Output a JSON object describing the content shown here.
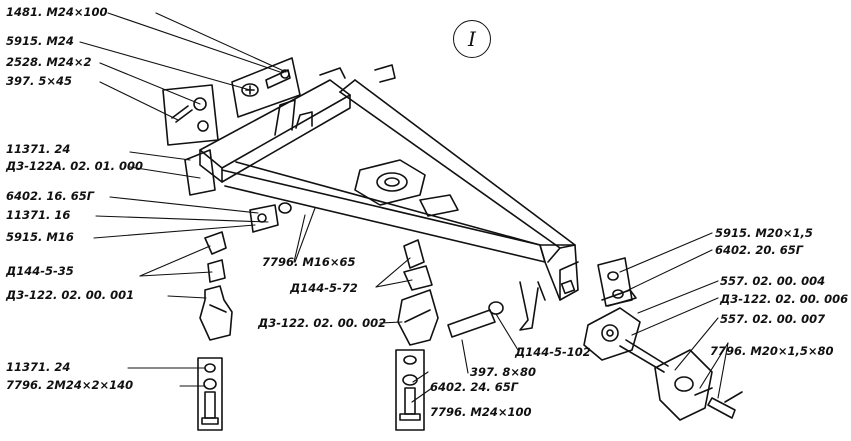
{
  "figure_mark": "I",
  "labels": {
    "bolt_1481": "1481. M24×100",
    "nut_5915_m24": "5915. M24",
    "washer_2528": "2528. M24×2",
    "pin_397_5x45": "397. 5×45",
    "part_11371_24_top": "11371. 24",
    "part_d3_122a": "Д3-122А. 02. 01. 000",
    "washer_6402_16": "6402. 16. 65Г",
    "part_11371_16": "11371. 16",
    "nut_5915_m16": "5915. M16",
    "part_d144_5_35": "Д144-5-35",
    "part_d3_122_001": "Д3-122. 02. 00. 001",
    "part_11371_24_bot": "11371. 24",
    "bolt_7796_2m24": "7796. 2M24×2×140",
    "bolt_7796_m16": "7796. M16×65",
    "part_d144_5_72": "Д144-5-72",
    "part_d3_122_002": "Д3-122. 02. 00. 002",
    "washer_6402_24": "6402. 24. 65Г",
    "bolt_7796_m24": "7796. M24×100",
    "part_d144_5_102": "Д144-5-102",
    "pin_397_8x80": "397. 8×80",
    "nut_5915_m20": "5915. M20×1,5",
    "washer_6402_20": "6402. 20. 65Г",
    "part_557_004": "557. 02. 00. 004",
    "part_d3_122_006": "Д3-122. 02. 00. 006",
    "part_557_007": "557. 02. 00. 007",
    "bolt_7796_m20": "7796. M20×1,5×80"
  }
}
